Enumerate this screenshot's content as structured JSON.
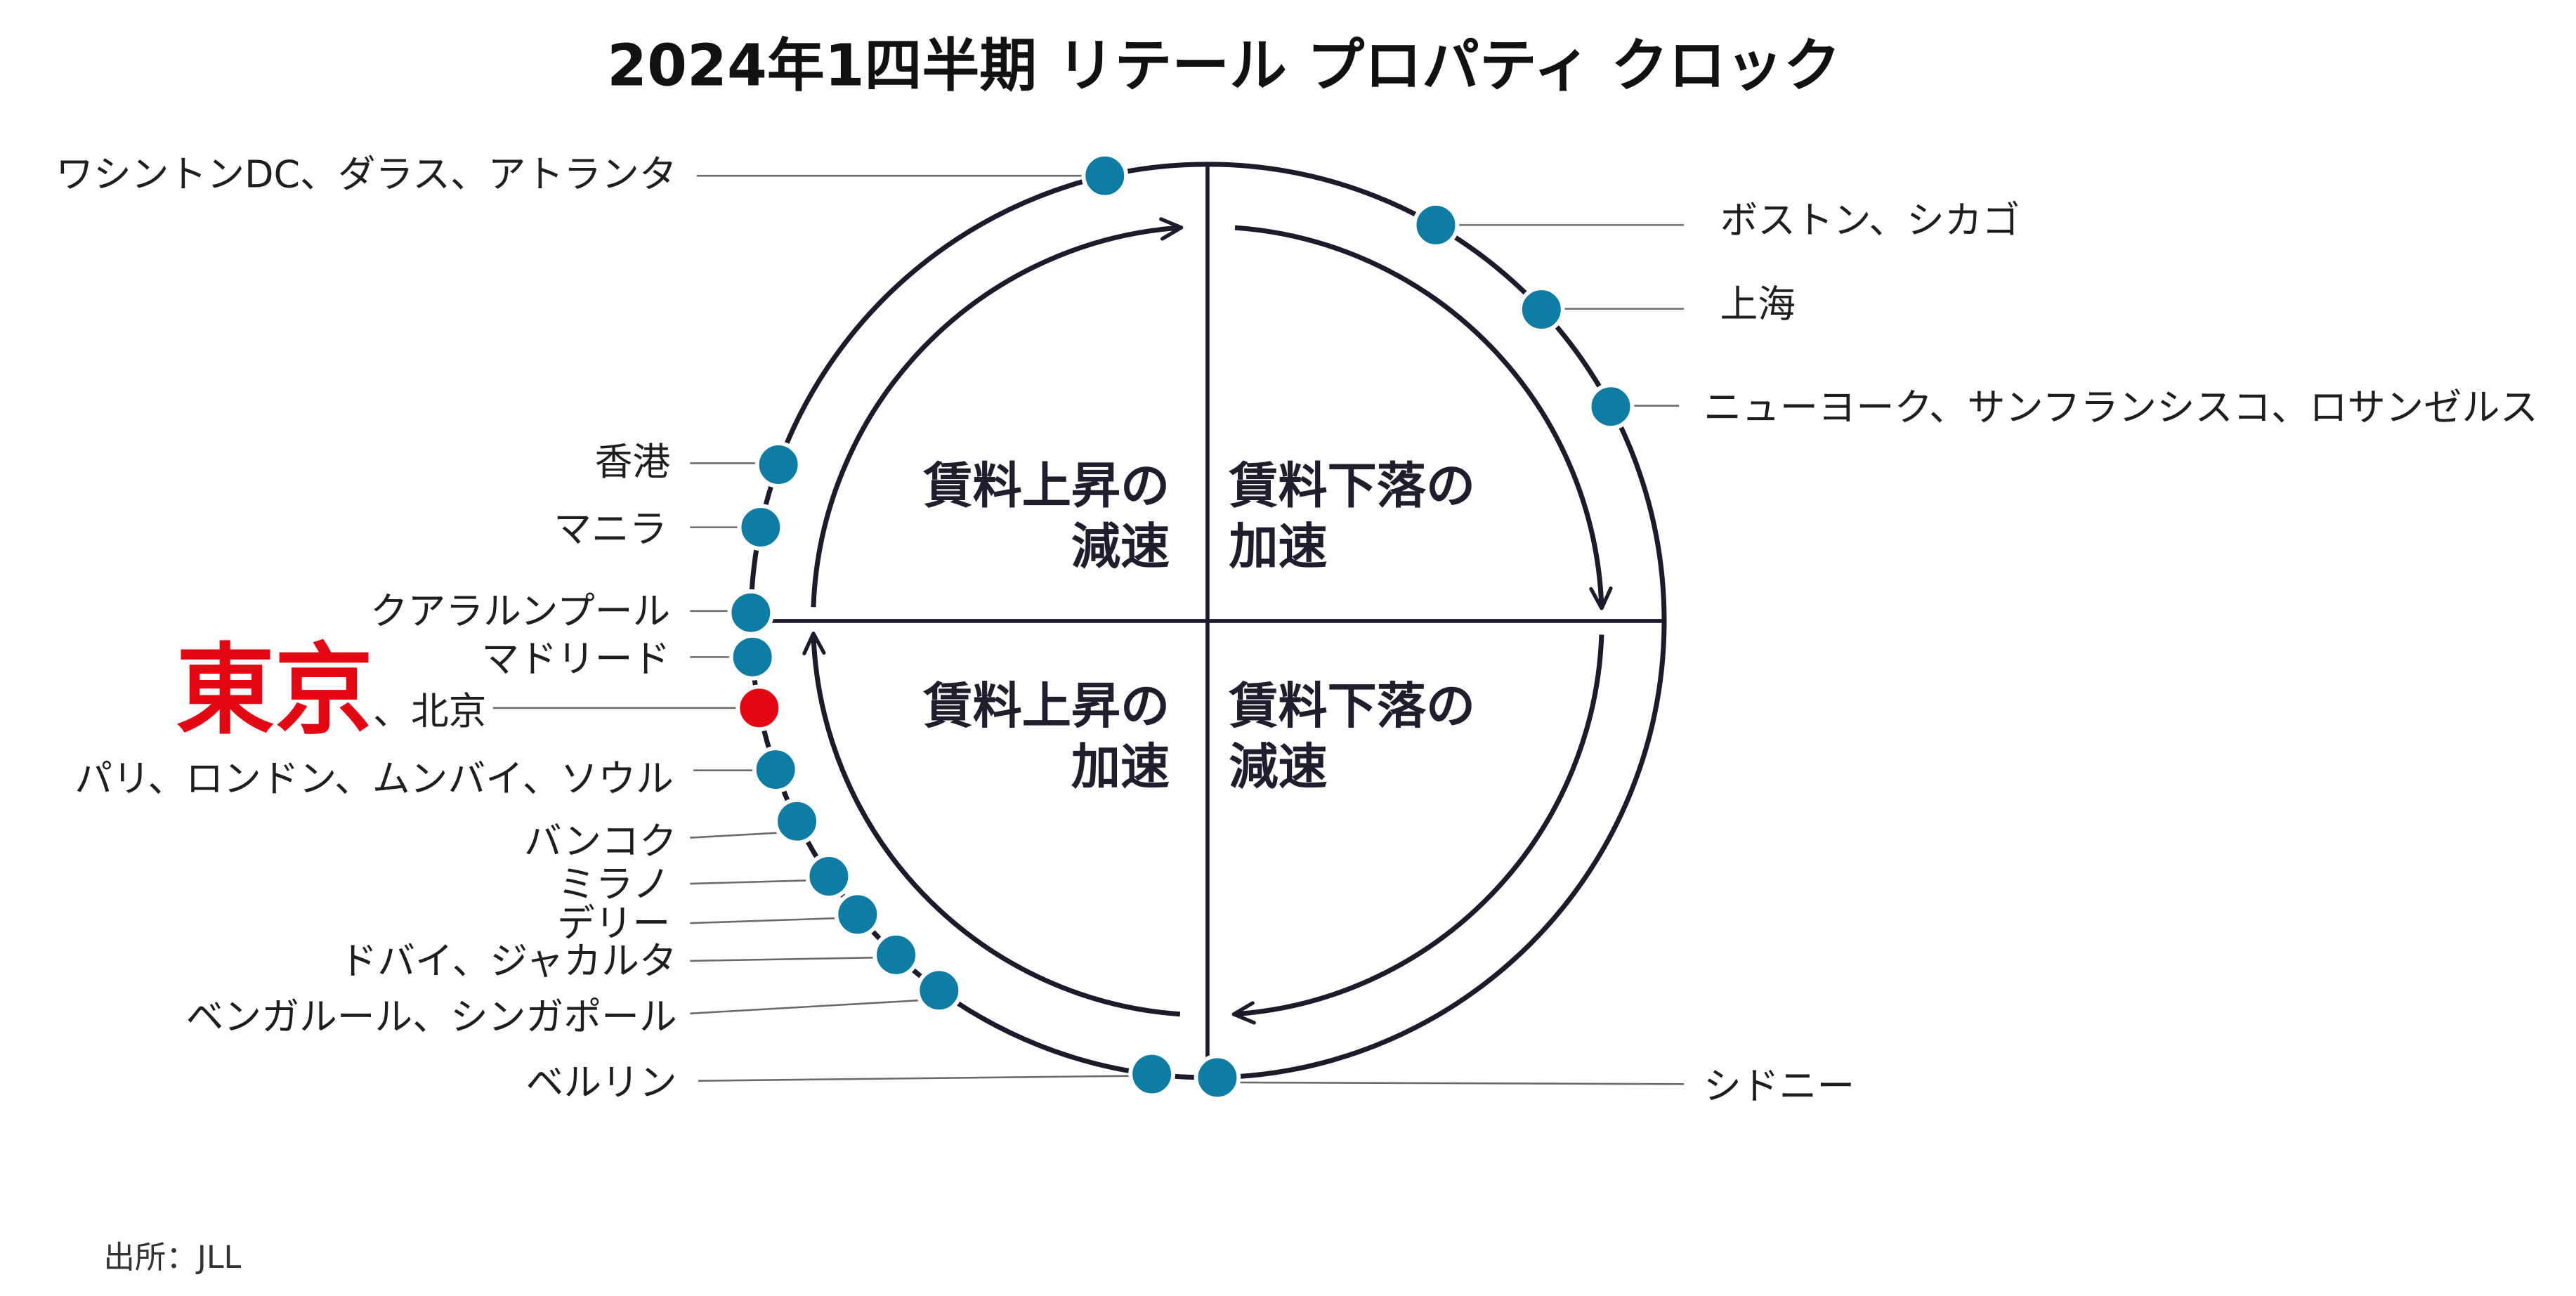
{
  "title": "2024年1四半期 リテール プロパティ クロック",
  "quadrants": {
    "top_left": {
      "line1": "賃料上昇の",
      "line2": "減速"
    },
    "top_right": {
      "line1": "賃料下落の",
      "line2": "加速"
    },
    "bottom_left": {
      "line1": "賃料上昇の",
      "line2": "加速"
    },
    "bottom_right": {
      "line1": "賃料下落の",
      "line2": "減速"
    }
  },
  "cities": {
    "washington_dallas_atlanta": "ワシントンDC、ダラス、アトランタ",
    "boston_chicago": "ボストン、シカゴ",
    "shanghai": "上海",
    "newyork_sanfrancisco_losangeles": "ニューヨーク、サンフランシスコ、ロサンゼルス",
    "hongkong": "香港",
    "manila": "マニラ",
    "kualalumpur": "クアラルンプール",
    "madrid": "マドリード",
    "tokyo": "東京",
    "beijing_suffix": "、北京",
    "paris_london_mumbai_seoul": "パリ、ロンドン、ムンバイ、ソウル",
    "bangkok": "バンコク",
    "milan": "ミラノ",
    "delhi": "デリー",
    "dubai_jakarta": "ドバイ、ジャカルタ",
    "bengaluru_singapore": "ベンガルール、シンガポール",
    "berlin": "ベルリン",
    "sydney": "シドニー"
  },
  "source": "出所：JLL",
  "colors": {
    "marker": "#0e7ca3",
    "highlight": "#e30613",
    "line": "#1b1b2b"
  }
}
